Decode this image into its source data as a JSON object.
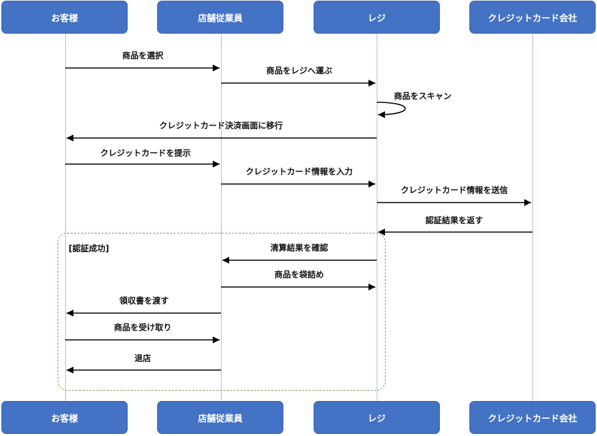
{
  "participants": [
    "お客様",
    "店舗従業員",
    "レジ",
    "クレジットカード会社"
  ],
  "messages": [
    {
      "label": "商品を選択",
      "from": 0,
      "to": 1
    },
    {
      "label": "商品をレジへ運ぶ",
      "from": 1,
      "to": 2
    },
    {
      "label": "商品をスキャン",
      "from": 2,
      "to": 2
    },
    {
      "label": "クレジットカード決済画面に移行",
      "from": 2,
      "to": 0
    },
    {
      "label": "クレジットカードを提示",
      "from": 0,
      "to": 1
    },
    {
      "label": "クレジットカード情報を入力",
      "from": 1,
      "to": 2
    },
    {
      "label": "クレジットカード情報を送信",
      "from": 2,
      "to": 3
    },
    {
      "label": "認証結果を返す",
      "from": 3,
      "to": 2
    },
    {
      "label": "清算結果を確認",
      "from": 2,
      "to": 1
    },
    {
      "label": "商品を袋詰め",
      "from": 1,
      "to": 2
    },
    {
      "label": "領収書を渡す",
      "from": 1,
      "to": 0
    },
    {
      "label": "商品を受け取り",
      "from": 0,
      "to": 1
    },
    {
      "label": "退店",
      "from": 1,
      "to": 0
    }
  ],
  "fragment": {
    "label": "[認証成功]"
  }
}
